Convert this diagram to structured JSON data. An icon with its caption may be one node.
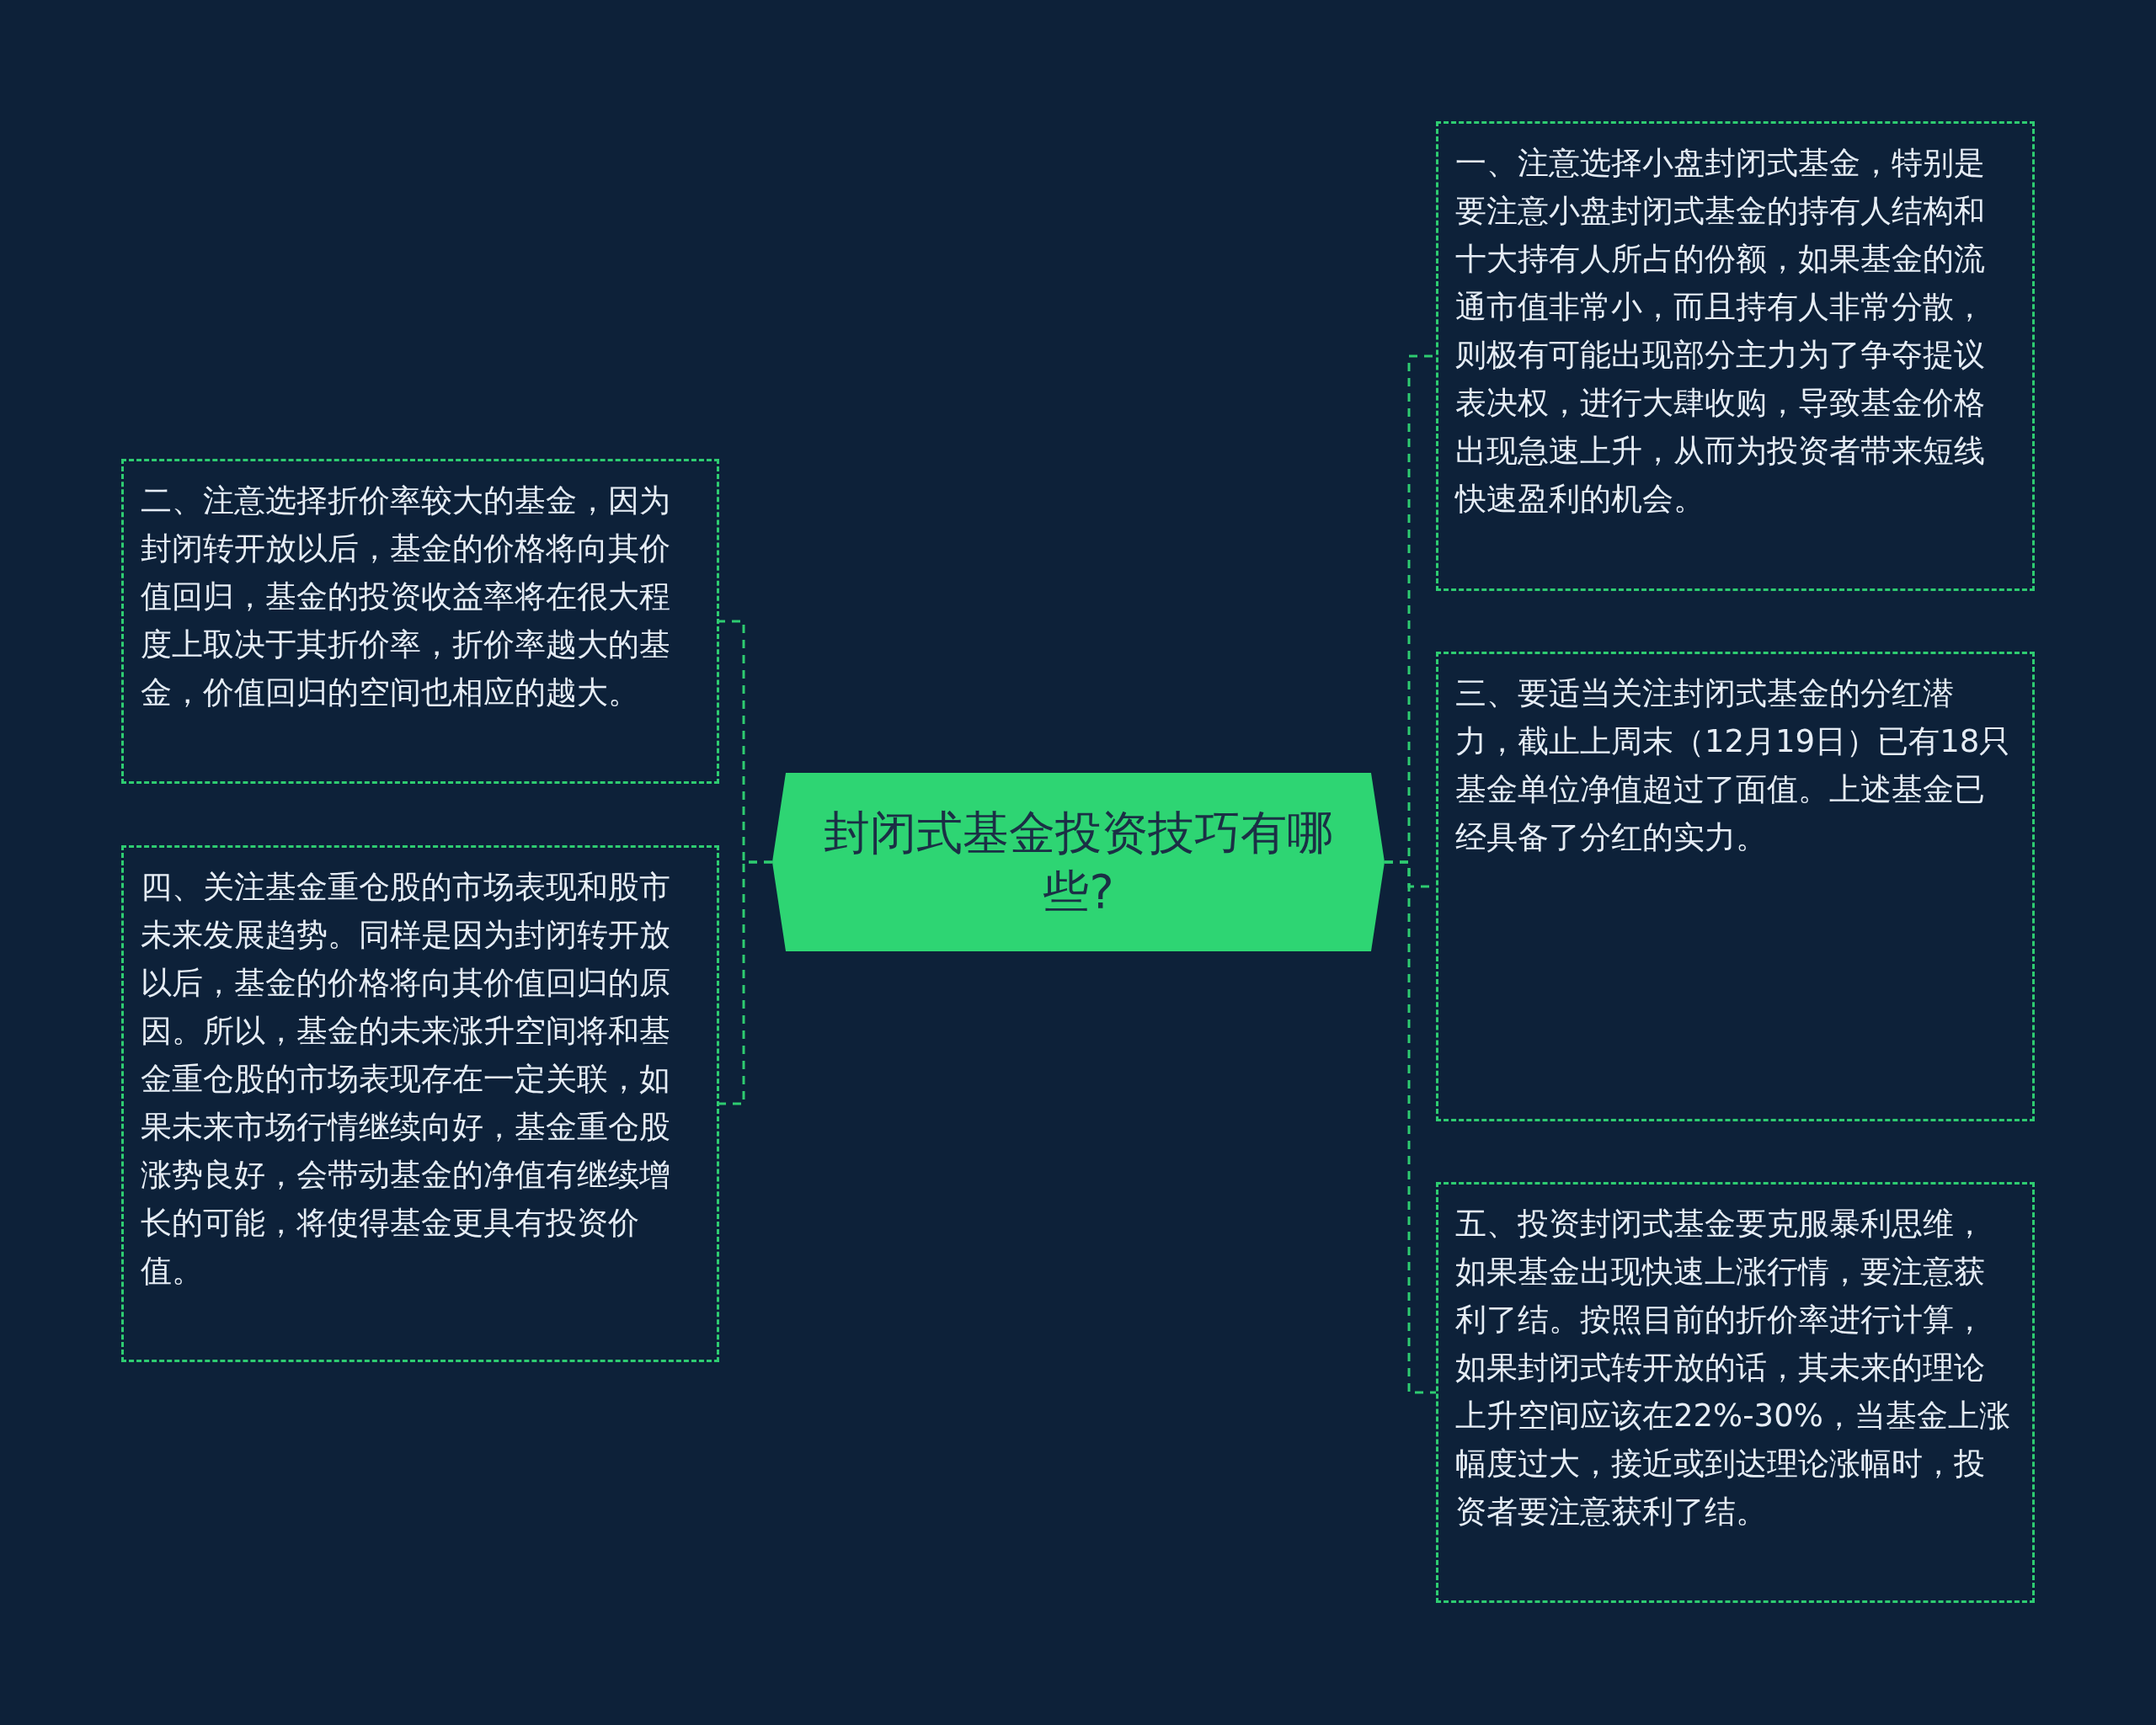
{
  "diagram": {
    "nodes": [
      {
        "text": [
          "封闭式基金投资技巧有哪些?"
        ]
      },
      {
        "text": [
          "一、注意选择小盘封闭式基金，特别是要注意小盘封闭式基金的持有人结构和十大持有人所占的份额，如果基金的流通市值非常小，而且持有人非常分散，则极有可能出现部分主力为了争夺提议表决权，进行大肆收购，导致基金价格出现急速上升，从而为投资者带来短线快速盈利的机会。"
        ]
      },
      {
        "text": [
          "二、注意选择折价率较大的基金，因为封闭转开放以后，基金的价格将向其价值回归，基金的投资收益率将在很大程度上取决于其折价率，折价率越大的基金，价值回归的空间也相应的越大。"
        ]
      },
      {
        "text": [
          "三、要适当关注封闭式基金的分红潜力，截止上周末（12月19日）已有18只基金单位净值超过了面值。上述基金已经具备了分红的实力。"
        ]
      },
      {
        "text": [
          "四、关注基金重仓股的市场表现和股市未来发展趋势。同样是因为封闭转开放以后，基金的价格将向其价值回归的原因。所以，基金的未来涨升空间将和基金重仓股的市场表现存在一定关联，如果未来市场行情继续向好，基金重仓股涨势良好，会带动基金的净值有继续增长的可能，将使得基金更具有投资价值。"
        ]
      },
      {
        "text": [
          "五、投资封闭式基金要克服暴利思维，如果基金出现快速上涨行情，要注意获利了结。按照目前的折价率进行计算，如果封闭式转开放的话，其未来的理论上升空间应该在22%-30%，当基金上涨幅度过大，接近或到达理论涨幅时，投资者要注意获利了结。"
        ]
      }
    ],
    "edges": [
      {
        "from": 0,
        "to": 1,
        "arrow": "none"
      },
      {
        "from": 0,
        "to": 2,
        "arrow": "none"
      },
      {
        "from": 0,
        "to": 3,
        "arrow": "none"
      },
      {
        "from": 0,
        "to": 4,
        "arrow": "none"
      },
      {
        "from": 0,
        "to": 5,
        "arrow": "none"
      }
    ]
  }
}
